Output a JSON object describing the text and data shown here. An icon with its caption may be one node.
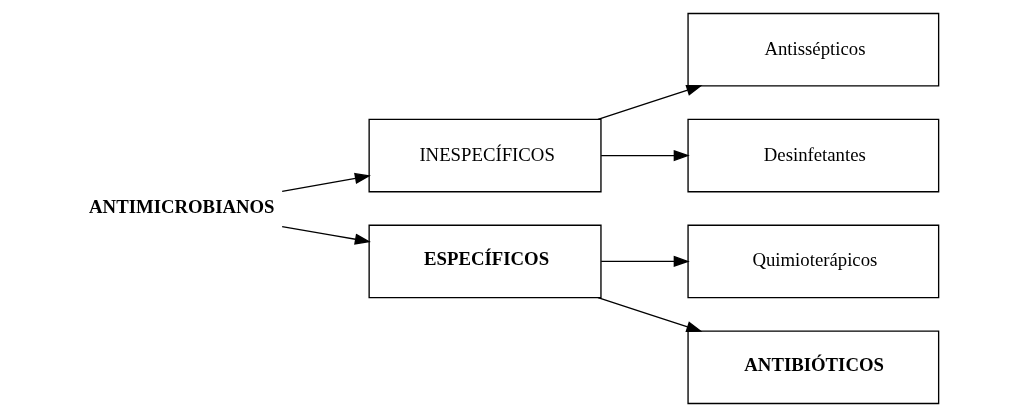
{
  "diagram": {
    "nodes": [
      {
        "text": [
          "ANTIMICROBIANOS"
        ]
      },
      {
        "text": [
          "INESPECÍFICOS"
        ]
      },
      {
        "text": [
          "ESPECÍFICOS"
        ]
      },
      {
        "text": [
          "Antissépticos"
        ]
      },
      {
        "text": [
          "Desinfetantes"
        ]
      },
      {
        "text": [
          "Quimioterápicos"
        ]
      },
      {
        "text": [
          "ANTIBIÓTICOS"
        ]
      }
    ],
    "edges": [
      {
        "from": 0,
        "to": 1,
        "arrow": "to"
      },
      {
        "from": 0,
        "to": 2,
        "arrow": "to"
      },
      {
        "from": 1,
        "to": 3,
        "arrow": "to"
      },
      {
        "from": 1,
        "to": 4,
        "arrow": "to"
      },
      {
        "from": 2,
        "to": 5,
        "arrow": "to"
      },
      {
        "from": 2,
        "to": 6,
        "arrow": "to"
      }
    ]
  }
}
